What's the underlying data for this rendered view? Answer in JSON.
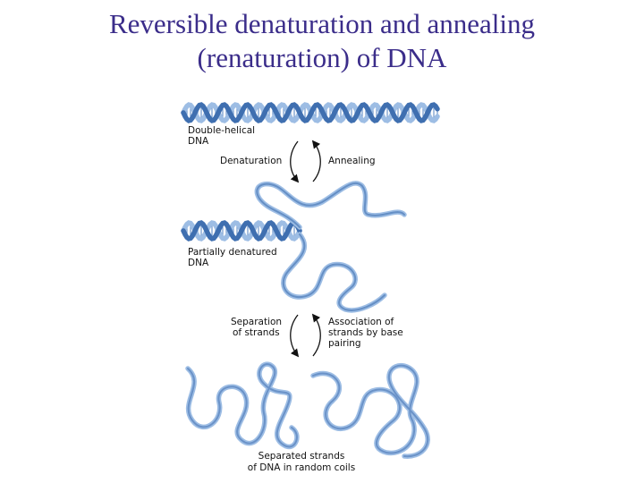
{
  "slide": {
    "title_line1": "Reversible denaturation and annealing",
    "title_line2": "(renaturation) of DNA"
  },
  "diagram": {
    "label_double_helical_1": "Double-helical",
    "label_double_helical_2": "DNA",
    "label_denaturation": "Denaturation",
    "label_annealing": "Annealing",
    "label_partial_1": "Partially denatured",
    "label_partial_2": "DNA",
    "label_separation_1": "Separation",
    "label_separation_2": "of strands",
    "label_association_1": "Association of",
    "label_association_2": "strands by base",
    "label_association_3": "pairing",
    "label_separated_1": "Separated strands",
    "label_separated_2": "of DNA in random coils"
  },
  "colors": {
    "title": "#3b2d8a",
    "strand_dark": "#3f6fb0",
    "strand_light": "#9dbde4"
  }
}
